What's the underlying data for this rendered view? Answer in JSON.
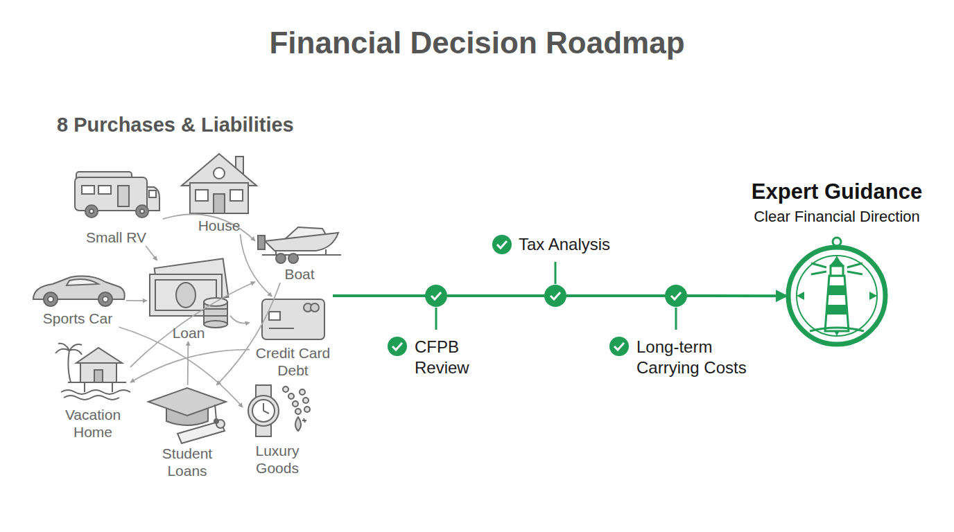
{
  "diagram": {
    "title": "Financial Decision Roadmap",
    "nodes": [
      {
        "text": [
          "Small RV"
        ]
      },
      {
        "text": [
          "House"
        ]
      },
      {
        "text": [
          "Boat"
        ]
      },
      {
        "text": [
          "Sports Car"
        ]
      },
      {
        "text": [
          "Loan"
        ]
      },
      {
        "text": [
          "Credit Card Debt"
        ]
      },
      {
        "text": [
          "Vacation Home"
        ]
      },
      {
        "text": [
          "Student Loans"
        ]
      },
      {
        "text": [
          "Luxury Goods"
        ]
      },
      {
        "text": [
          "CFPB Review"
        ]
      },
      {
        "text": [
          "Tax Analysis"
        ]
      },
      {
        "text": [
          "Long-term Carrying Costs"
        ]
      },
      {
        "text": [
          "Expert Guidance",
          "Clear Financial Direction"
        ]
      }
    ],
    "edges": [
      {
        "from": 0,
        "to": 4,
        "arrow": "to"
      },
      {
        "from": 3,
        "to": 4,
        "arrow": "to"
      },
      {
        "from": 4,
        "to": 5,
        "arrow": "to"
      },
      {
        "from": 7,
        "to": 4,
        "arrow": "to"
      },
      {
        "from": 6,
        "to": 2,
        "arrow": "to"
      },
      {
        "from": 1,
        "to": 5,
        "arrow": "to"
      },
      {
        "from": 3,
        "to": 8,
        "arrow": "to"
      },
      {
        "from": 5,
        "to": 6,
        "arrow": "to"
      },
      {
        "from": 2,
        "to": 7,
        "arrow": "to"
      },
      {
        "from": 0,
        "to": 2,
        "arrow": "to"
      },
      {
        "from": 9,
        "to": 10,
        "arrow": "none"
      },
      {
        "from": 10,
        "to": 11,
        "arrow": "none"
      },
      {
        "from": 11,
        "to": 12,
        "arrow": "to"
      }
    ],
    "labels": [
      "8 Purchases & Liabilities"
    ]
  }
}
